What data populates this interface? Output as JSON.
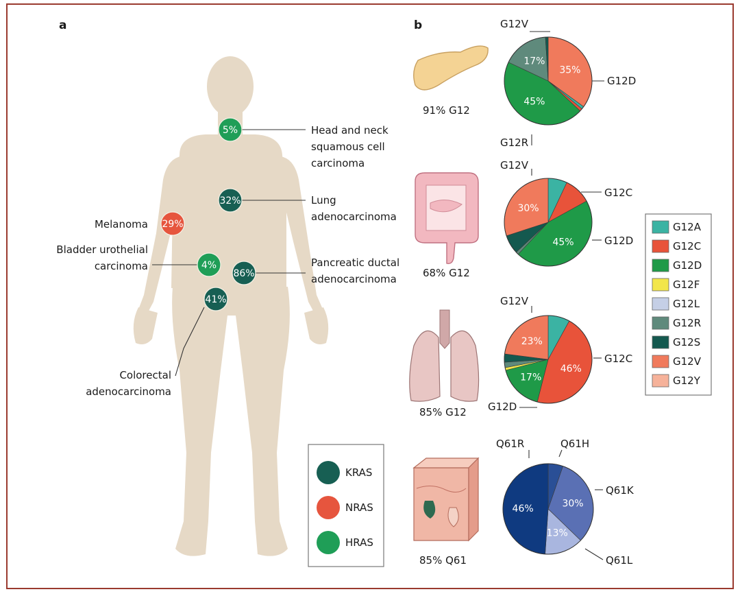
{
  "panels": {
    "a": "a",
    "b": "b"
  },
  "colors": {
    "body": "#e6d9c6",
    "KRAS": "#175f53",
    "NRAS": "#e6553e",
    "HRAS": "#1f9e57",
    "G12A": "#3bb3a3",
    "G12C": "#e8533a",
    "G12D": "#1f9a48",
    "G12F": "#f2e64a",
    "G12L": "#c5cfe6",
    "G12R": "#5f8a7c",
    "G12S": "#14594f",
    "G12V": "#f07a5c",
    "G12Y": "#f6b29a",
    "Q61R": "#0f3a80",
    "Q61H": "#2a4f96",
    "Q61K": "#5a70b4",
    "Q61L": "#a9b6df"
  },
  "body_sites": [
    {
      "gene": "HRAS",
      "pct": "5%",
      "label_lines": [
        "Head and neck",
        "squamous cell",
        "carcinoma"
      ]
    },
    {
      "gene": "KRAS",
      "pct": "32%",
      "label_lines": [
        "Lung",
        "adenocarcinoma"
      ]
    },
    {
      "gene": "NRAS",
      "pct": "29%",
      "label_lines": [
        "Melanoma"
      ]
    },
    {
      "gene": "HRAS",
      "pct": "4%",
      "label_lines": [
        "Bladder urothelial",
        "carcinoma"
      ]
    },
    {
      "gene": "KRAS",
      "pct": "86%",
      "label_lines": [
        "Pancreatic ductal",
        "adenocarcinoma"
      ]
    },
    {
      "gene": "KRAS",
      "pct": "41%",
      "label_lines": [
        "Colorectal",
        "adenocarcinoma"
      ]
    }
  ],
  "gene_legend": [
    "KRAS",
    "NRAS",
    "HRAS"
  ],
  "mutation_legend": [
    "G12A",
    "G12C",
    "G12D",
    "G12F",
    "G12L",
    "G12R",
    "G12S",
    "G12V",
    "G12Y"
  ],
  "organ_captions": [
    "91% G12",
    "68% G12",
    "85% G12",
    "85% Q61"
  ],
  "chart_data": [
    {
      "type": "pie",
      "slices": [
        {
          "name": "G12V",
          "value": 35,
          "label": "35%"
        },
        {
          "name": "G12A",
          "value": 1
        },
        {
          "name": "G12C",
          "value": 1
        },
        {
          "name": "G12D",
          "value": 45,
          "label": "45%"
        },
        {
          "name": "G12R",
          "value": 17,
          "label": "17%"
        },
        {
          "name": "G12S",
          "value": 1
        }
      ],
      "outer_labels": [
        "G12V",
        "G12D",
        "G12R"
      ]
    },
    {
      "type": "pie",
      "slices": [
        {
          "name": "G12A",
          "value": 7
        },
        {
          "name": "G12C",
          "value": 10
        },
        {
          "name": "G12D",
          "value": 45,
          "label": "45%"
        },
        {
          "name": "G12R",
          "value": 1
        },
        {
          "name": "G12S",
          "value": 7
        },
        {
          "name": "G12V",
          "value": 30,
          "label": "30%"
        }
      ],
      "outer_labels": [
        "G12V",
        "G12C",
        "G12D"
      ]
    },
    {
      "type": "pie",
      "slices": [
        {
          "name": "G12A",
          "value": 8
        },
        {
          "name": "G12C",
          "value": 46,
          "label": "46%"
        },
        {
          "name": "G12D",
          "value": 17,
          "label": "17%"
        },
        {
          "name": "G12F",
          "value": 1
        },
        {
          "name": "G12R",
          "value": 2
        },
        {
          "name": "G12S",
          "value": 3
        },
        {
          "name": "G12V",
          "value": 23,
          "label": "23%"
        }
      ],
      "outer_labels": [
        "G12V",
        "G12C",
        "G12D"
      ]
    },
    {
      "type": "pie",
      "slices": [
        {
          "name": "Q61H",
          "value": 5
        },
        {
          "name": "Q61K",
          "value": 30,
          "label": "30%"
        },
        {
          "name": "Q61L",
          "value": 13,
          "label": "13%"
        },
        {
          "name": "Q61R",
          "value": 46,
          "label": "46%"
        }
      ],
      "outer_labels": [
        "Q61R",
        "Q61H",
        "Q61K",
        "Q61L"
      ]
    }
  ]
}
